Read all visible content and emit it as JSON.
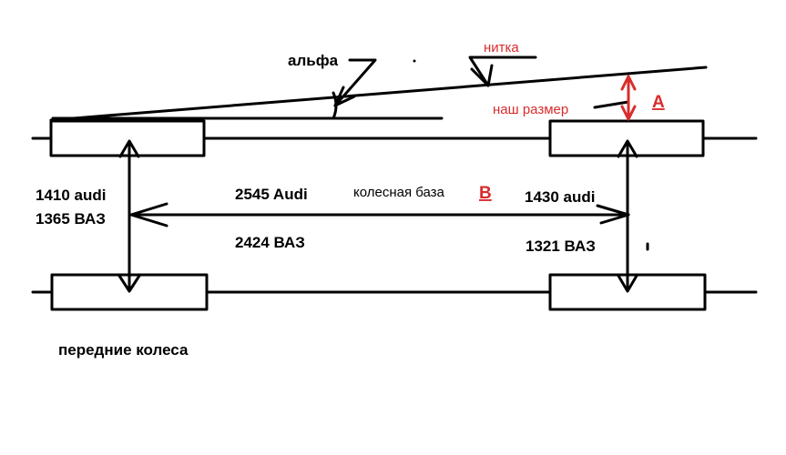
{
  "labels": {
    "alpha": "альфа",
    "thread": "нитка",
    "our_size": "наш размер",
    "marker_a": "A",
    "marker_b": "B",
    "wheelbase": "колесная база",
    "front_track_audi": "1410 audi",
    "front_track_vaz": "1365 ВАЗ",
    "wheelbase_audi": "2545 Audi",
    "wheelbase_vaz": "2424 ВАЗ",
    "rear_track_audi": "1430 audi",
    "rear_track_vaz": "1321 ВАЗ",
    "front_wheels": "передние колеса"
  },
  "colors": {
    "ink": "#000000",
    "accent": "#d92c2c"
  }
}
